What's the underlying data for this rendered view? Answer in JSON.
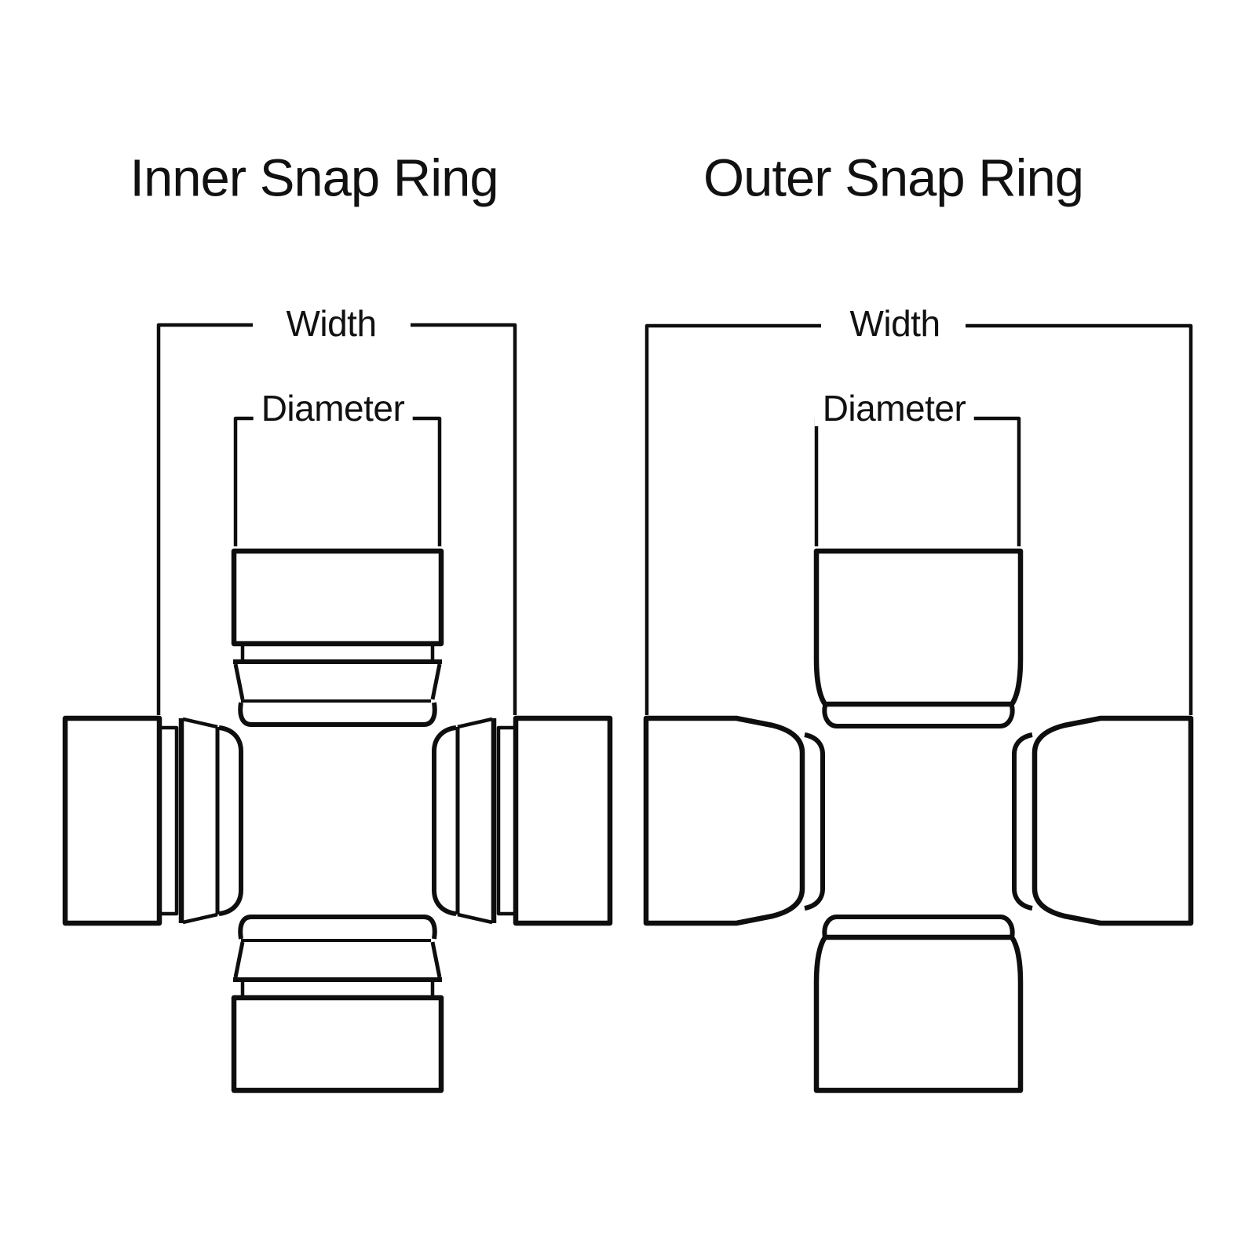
{
  "page": {
    "background_color": "#ffffff",
    "line_color": "#0e0e0e",
    "text_color": "#111111"
  },
  "diagrams": [
    {
      "id": "inner-snap-ring",
      "title": "Inner Snap Ring",
      "labels": {
        "width": "Width",
        "diameter": "Diameter"
      }
    },
    {
      "id": "outer-snap-ring",
      "title": "Outer Snap Ring",
      "labels": {
        "width": "Width",
        "diameter": "Diameter"
      }
    }
  ]
}
